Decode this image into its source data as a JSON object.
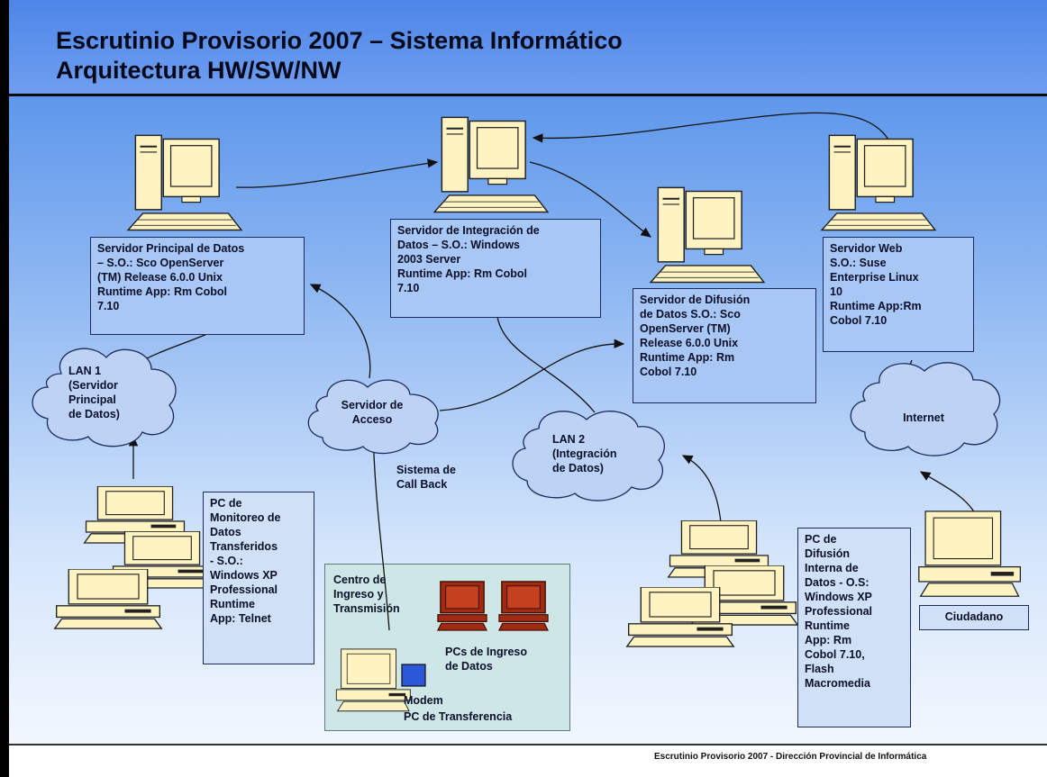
{
  "header": {
    "title_line1": "Escrutinio Provisorio 2007 – Sistema Informático",
    "title_line2": "Arquitectura HW/SW/NW"
  },
  "nodes": {
    "servidor_principal": "Servidor Principal de Datos\n– S.O.: Sco OpenServer\n(TM) Release 6.0.0 Unix\nRuntime App: Rm Cobol\n7.10",
    "servidor_integracion": "Servidor de Integración de\nDatos – S.O.: Windows\n2003 Server\nRuntime App: Rm Cobol\n7.10",
    "servidor_difusion": "Servidor de Difusión\nde Datos S.O.: Sco\nOpenServer (TM)\nRelease 6.0.0 Unix\nRuntime App: Rm\nCobol 7.10",
    "servidor_web": "Servidor Web\nS.O.: Suse\nEnterprise Linux\n10\nRuntime App:Rm\nCobol 7.10",
    "lan1": "LAN 1\n(Servidor\nPrincipal\nde Datos)",
    "servidor_acceso": "Servidor de\nAcceso",
    "lan2": "LAN 2\n(Integración\nde Datos)",
    "internet": "Internet",
    "call_back": "Sistema de\nCall Back",
    "pc_monitoreo": "PC de\nMonitoreo de\nDatos\nTransferidos\n- S.O.:\nWindows XP\nProfessional\nRuntime\nApp: Telnet",
    "centro_title": "Centro de\nIngreso y\nTransmisión",
    "pcs_ingreso": "PCs de Ingreso\nde Datos",
    "modem": "Modem",
    "pc_transferencia": "PC de Transferencia",
    "pc_difusion": "PC de\nDifusión\nInterna de\nDatos  - O.S:\nWindows XP\nProfessional\nRuntime\nApp: Rm\nCobol 7.10,\nFlash\nMacromedia",
    "ciudadano": "Ciudadano"
  },
  "footer": "Escrutinio Provisorio 2007 - Dirección Provincial de Informática",
  "colors": {
    "header_blue": "#4d86e8",
    "server_box": "#a9c7f4",
    "computer_beige": "#fff3c2",
    "ingreso_pc_red": "#a02b12",
    "modem_blue": "#2a58d8"
  }
}
